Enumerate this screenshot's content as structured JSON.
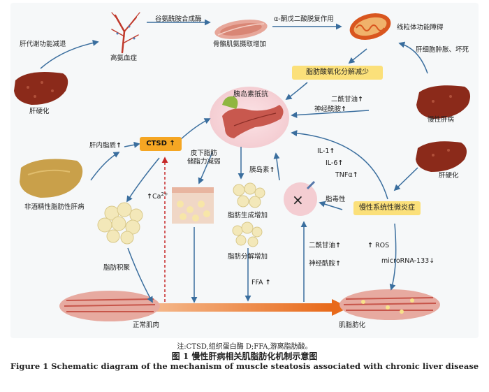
{
  "labels": {
    "glutamine_synthase": "谷氨酰胺合成酶",
    "akg_decarboxylation": "α-酮戊二酸脱复作用",
    "hyperammonemia": "高氨血症",
    "muscle_ammonia_uptake": "骨骼肌氨摄取增加",
    "mito_dysfunction": "线粒体功能障碍",
    "liver_metabolic_decline": "肝代谢功能减退",
    "hepatocyte_swelling": "肝细胞肿胀、坏死",
    "fa_oxidation_reduced": "脂肪酸氧化分解减少",
    "cirrhosis_top": "肝硬化",
    "insulin_resistance": "胰岛素抵抗",
    "diglyceride_top": "二酰甘油",
    "ceramide_top": "神经酰胺",
    "chronic_liver_disease": "慢性肝病",
    "liver_lipid": "肝内脂质",
    "ctsd": "CTSD",
    "subq_fat": "皮下脂肪\n储脂力减弱",
    "il1": "IL-1",
    "il6": "IL-6",
    "tnfa": "TNFα",
    "cirrhosis_right": "肝硬化",
    "ca": "Ca",
    "ca_sup": "2+",
    "insulin": "胰岛素",
    "lipotoxicity": "脂毒性",
    "nafld": "非酒精性脂肪性肝病",
    "lipogenesis": "脂肪生成增加",
    "systemic_inflammation": "慢性系统性微炎症",
    "lipolysis": "脂肪分解增加",
    "diglyceride_mid": "二酰甘油",
    "ros": "ROS",
    "ceramide_mid": "神经酰胺",
    "fat_accumulation": "脂肪积聚",
    "microrna": "microRNA-133",
    "ffa": "FFA",
    "normal_muscle": "正常肌肉",
    "muscle_steatosis": "肌脂肪化",
    "up": "↑",
    "down": "↓"
  },
  "caption": {
    "note": "注:CTSD,组织蛋白酶 D;FFA,游离脂肪酸。",
    "title_cn": "图 1   慢性肝病相关肌脂肪化机制示意图",
    "title_en": "Figure 1   Schematic diagram of the mechanism of muscle steatosis associated with chronic liver disease"
  },
  "colors": {
    "arrow": "#3a6e9e",
    "red_dash": "#c62828",
    "orange_box": "#f5a623",
    "yellow_box": "#fbe07a",
    "liver": "#8b2a1a",
    "fatty_liver": "#c9a04a",
    "fat_cell": "#f3e8b9"
  }
}
